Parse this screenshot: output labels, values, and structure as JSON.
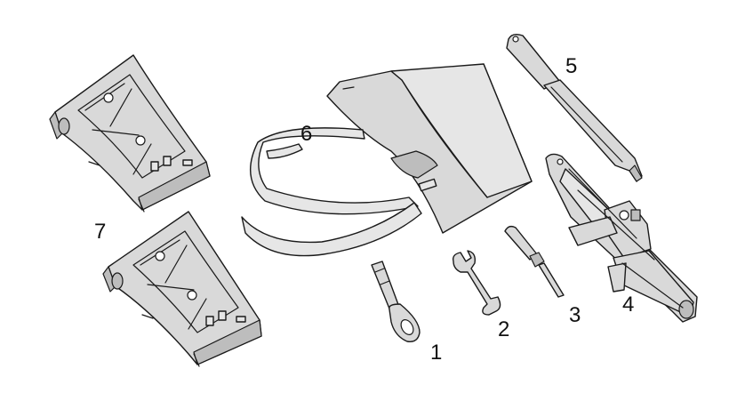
{
  "colors": {
    "part_fill": "#d9d9d9",
    "outline": "#1a1a1a",
    "background": "#ffffff"
  },
  "callouts": {
    "c1": "1",
    "c2": "2",
    "c3": "3",
    "c4": "4",
    "c5": "5",
    "c6": "6",
    "c7": "7"
  }
}
